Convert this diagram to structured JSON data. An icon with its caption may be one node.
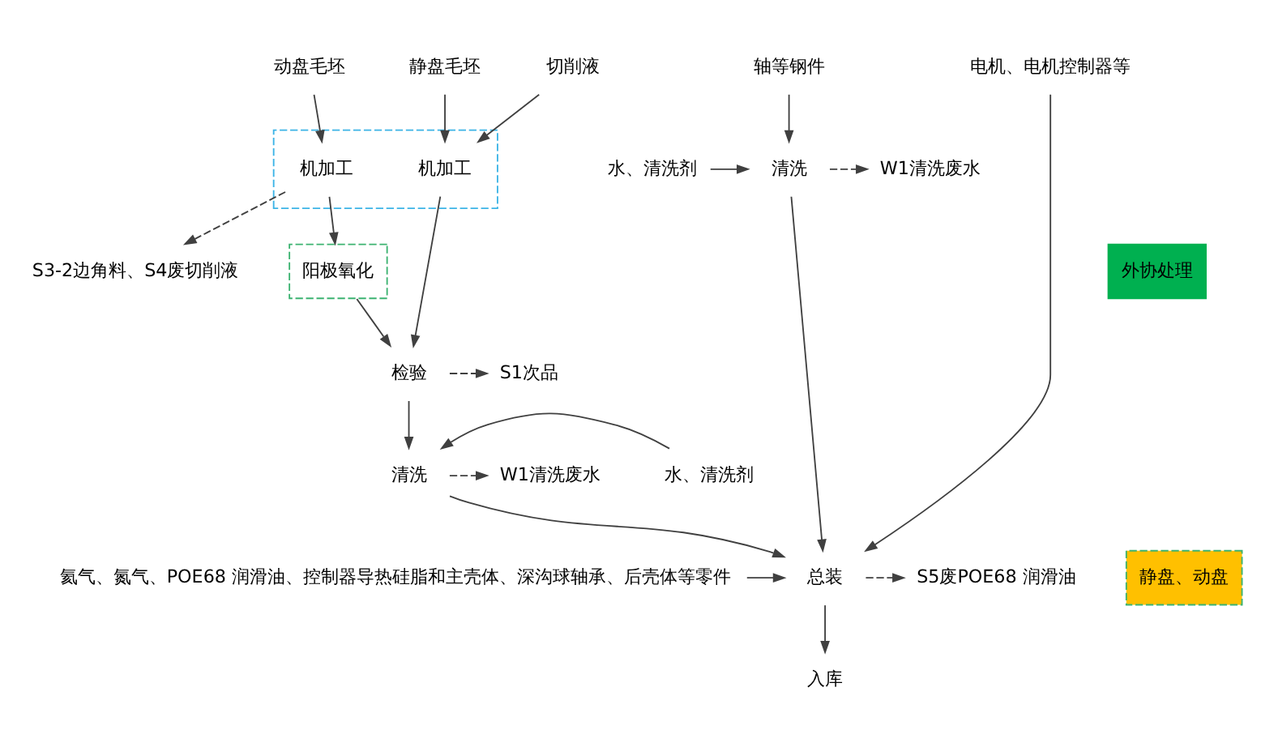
{
  "diagram": {
    "nodes": [
      {
        "text": [
          "静盘毛坯"
        ]
      },
      {
        "text": [
          "动盘毛坯"
        ]
      },
      {
        "text": [
          "切削液"
        ]
      },
      {
        "text": [],
        "shape": "box"
      },
      {
        "text": [
          "机加工"
        ],
        "in": 3
      },
      {
        "text": [
          "机加工"
        ],
        "in": 3
      },
      {
        "text": [
          "S3-2边角料、S4废切削液"
        ]
      },
      {
        "text": [
          "阳极氧化"
        ]
      },
      {
        "text": [
          "外协处理"
        ]
      },
      {
        "text": [
          "检验"
        ]
      },
      {
        "text": [
          "S1次品"
        ]
      },
      {
        "text": [
          "水、清洗剂"
        ]
      },
      {
        "text": [
          "清洗"
        ]
      },
      {
        "text": [
          "W1清洗废水"
        ]
      },
      {
        "text": [
          "静盘、动盘"
        ]
      },
      {
        "text": [
          "轴等钢件"
        ]
      },
      {
        "text": [
          "水、清洗剂"
        ]
      },
      {
        "text": [
          "清洗"
        ]
      },
      {
        "text": [
          "W1清洗废水"
        ]
      },
      {
        "text": [
          "电机、电机控制器等"
        ]
      },
      {
        "text": [
          "氦气、氮气、POE68 润滑油、控制器导热硅脂和主壳体、深沟球轴承、后壳体等零件"
        ]
      },
      {
        "text": [
          "总装"
        ]
      },
      {
        "text": [
          "S5废POE68 润滑油"
        ]
      },
      {
        "text": [
          "入库"
        ]
      }
    ],
    "edges": [
      {
        "from": 0,
        "to": 4,
        "arrow": "to"
      },
      {
        "from": 1,
        "to": 5,
        "arrow": "to"
      },
      {
        "from": 2,
        "to": 4,
        "arrow": "to"
      },
      {
        "from": 5,
        "to": 6,
        "arrow": "to",
        "style": "dashed"
      },
      {
        "from": 5,
        "to": 7,
        "arrow": "to"
      },
      {
        "from": 4,
        "to": 9,
        "arrow": "to"
      },
      {
        "from": 7,
        "to": 9,
        "arrow": "to"
      },
      {
        "from": 9,
        "to": 10,
        "arrow": "to",
        "style": "dashed"
      },
      {
        "from": 9,
        "to": 12,
        "arrow": "to"
      },
      {
        "from": 11,
        "to": 12,
        "arrow": "to"
      },
      {
        "from": 12,
        "to": 13,
        "arrow": "to",
        "style": "dashed"
      },
      {
        "from": 15,
        "to": 17,
        "arrow": "to"
      },
      {
        "from": 16,
        "to": 17,
        "arrow": "to"
      },
      {
        "from": 17,
        "to": 18,
        "arrow": "to",
        "style": "dashed"
      },
      {
        "from": 12,
        "to": 21,
        "arrow": "to"
      },
      {
        "from": 17,
        "to": 21,
        "arrow": "to"
      },
      {
        "from": 19,
        "to": 21,
        "arrow": "to"
      },
      {
        "from": 20,
        "to": 21,
        "arrow": "to"
      },
      {
        "from": 21,
        "to": 22,
        "arrow": "to",
        "style": "dashed"
      },
      {
        "from": 21,
        "to": 23,
        "arrow": "to"
      }
    ]
  }
}
